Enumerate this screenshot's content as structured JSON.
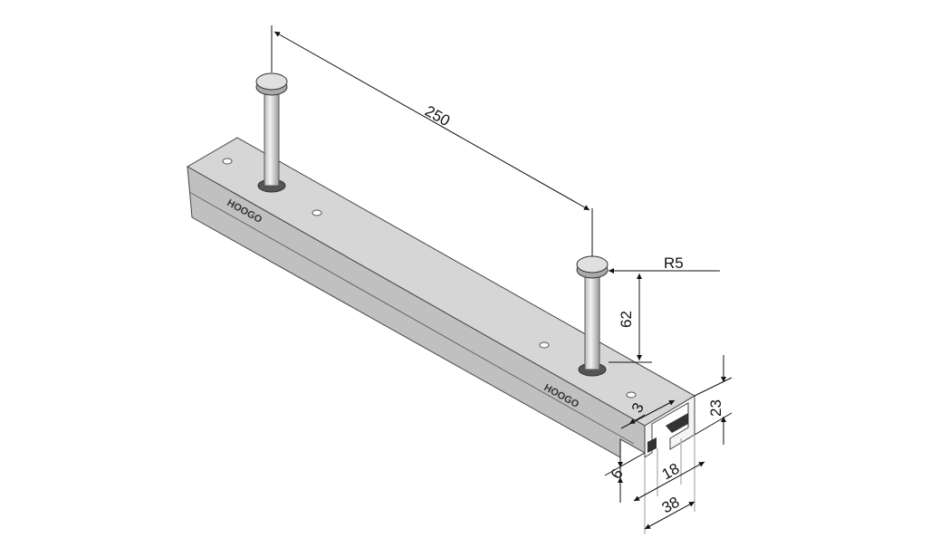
{
  "drawing": {
    "brand_logo": "HOOGO",
    "dimensions": {
      "pin_spacing": "250",
      "head_radius": "R5",
      "pin_height": "62",
      "profile_height": "23",
      "wall_thickness": "3",
      "lip_height": "6",
      "slot_width": "18",
      "profile_width": "38"
    },
    "colors": {
      "metal_top": "#d4d4d4",
      "metal_front": "#bdbdbd",
      "pin": "#e4e4e4"
    }
  }
}
